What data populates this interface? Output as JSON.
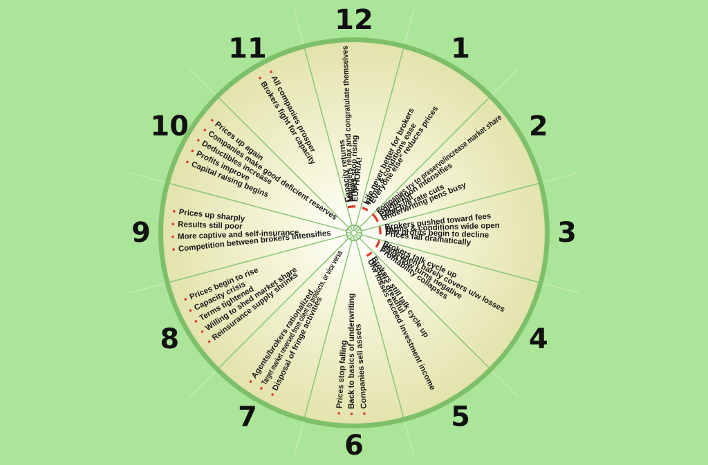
{
  "diagram": {
    "colors": {
      "background": "#abe59a",
      "rim": "#7ec06a",
      "face_edge": "#e6e6b0",
      "face_center": "#ffffff",
      "divider": "#8cc878",
      "bullet": "#e23a2c",
      "text": "#1a1a1a"
    },
    "hours": [
      {
        "label": "12",
        "items": [
          "EUPHORIA!",
          "Prices stop rising",
          "Managers relax and congratulate themselves",
          "Capacity returns"
        ]
      },
      {
        "label": "1",
        "items": [
          "\"Everyone else\" reduces prices",
          "Terms & conditions ease",
          "Life never better for brokers"
        ]
      },
      {
        "label": "2",
        "items": [
          "Underwriting pens busy",
          "Selective rate cuts",
          "Prices fall",
          "Competition intensifies",
          "Companies try to preserve/increase market share"
        ]
      },
      {
        "label": "3",
        "items": [
          "Prices fall dramatically",
          "U/w profits begin to decline",
          "Terms & conditions wide open",
          "Brokers pushed toward fees"
        ]
      },
      {
        "label": "4",
        "items": [
          "Profitability collapses",
          "Cash flow turns negative",
          "Investment barely covers u/w losses",
          "Brokers talk cycle up"
        ]
      },
      {
        "label": "5",
        "items": [
          "U/w losses exceed investment income",
          "Results dreadful",
          "Brokers still talk cycle up"
        ]
      },
      {
        "label": "6",
        "items": [
          "Prices stop falling",
          "Back to basics of underwriting",
          "Companies sell assets"
        ]
      },
      {
        "label": "7",
        "items": [
          "Agents/brokers rationalized",
          "Target market reversed from client to products, or vice versa",
          "Disposal of fringe activities"
        ]
      },
      {
        "label": "8",
        "items": [
          "Prices begin to rise",
          "Capacity crisis",
          "Terms tightened",
          "Willing to shed market share",
          "Reinsurance supply shrinks"
        ]
      },
      {
        "label": "9",
        "items": [
          "Prices up sharply",
          "Results still poor",
          "More captive and self-insurance",
          "Competition between brokers intensifies"
        ]
      },
      {
        "label": "10",
        "items": [
          "Prices up again",
          "Companies make good deficient reserves",
          "Deductibles increase",
          "Profits improve",
          "Capital raising begins"
        ]
      },
      {
        "label": "11",
        "items": [
          "All companies prosper",
          "Brokers fight for capacity"
        ]
      }
    ]
  }
}
